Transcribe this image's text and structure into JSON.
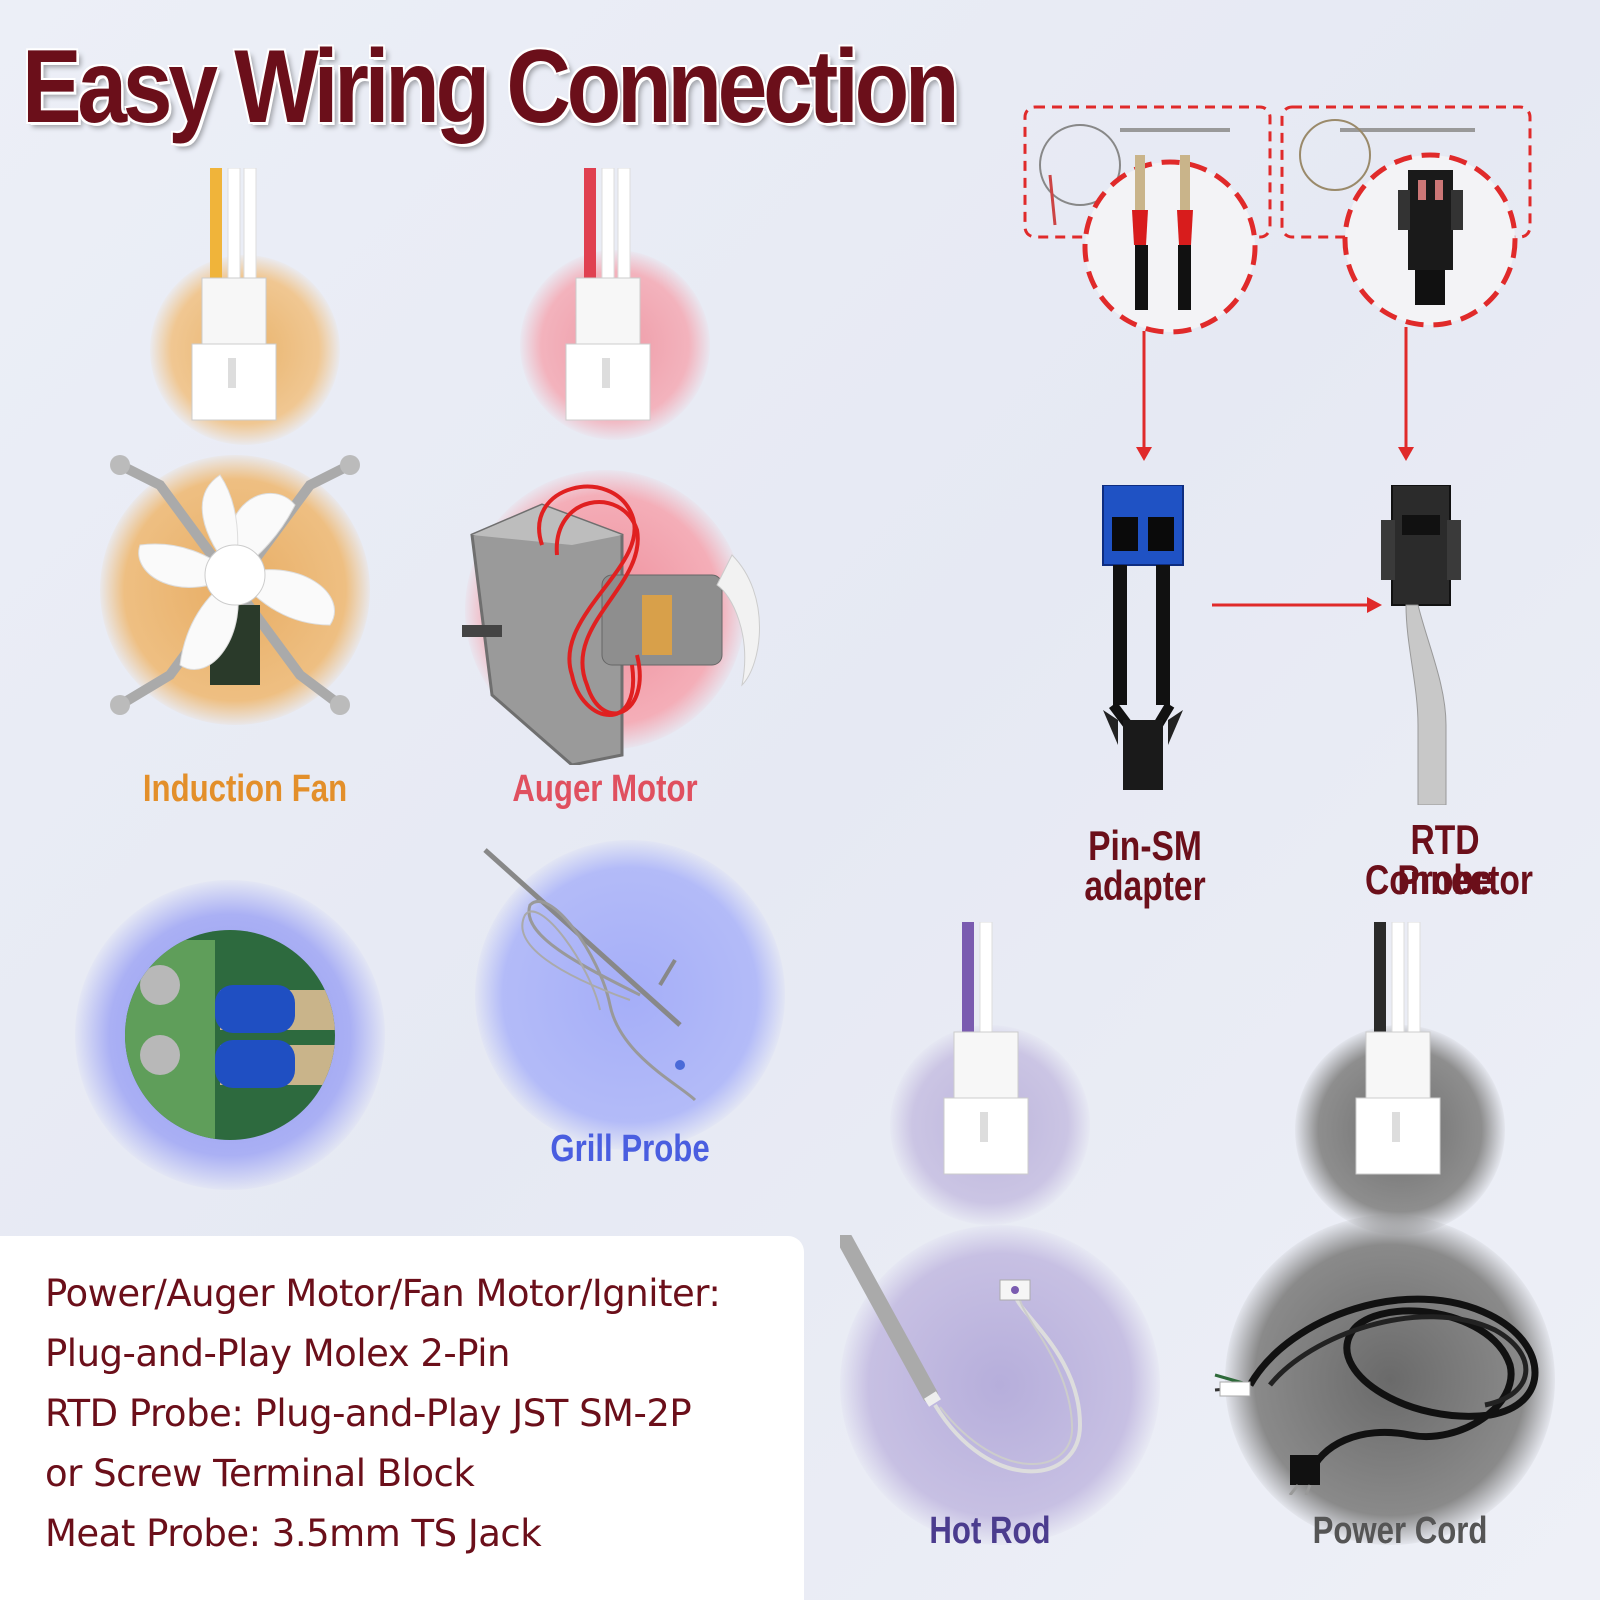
{
  "title": "Easy Wiring Connection",
  "labels": {
    "induction_fan": "Induction Fan",
    "auger_motor": "Auger Motor",
    "grill_probe": "Grill Probe",
    "pin_sm_adapter": "Pin-SM adapter",
    "rtd_probe_connector_line1": "RTD Probe",
    "rtd_probe_connector_line2": "Connector",
    "hot_rod": "Hot Rod",
    "power_cord": "Power Cord"
  },
  "info_lines": [
    "Power/Auger Motor/Fan Motor/Igniter:",
    "Plug-and-Play Molex 2-Pin",
    "RTD Probe: Plug-and-Play JST SM-2P",
    "or Screw Terminal Block",
    "Meat Probe: 3.5mm TS Jack"
  ],
  "colors": {
    "title": "#6b0f1a",
    "induction_fan": "#e38f2a",
    "auger_motor": "#e0505f",
    "grill_probe": "#4a5ee0",
    "hot_rod": "#4b3c8e",
    "power_cord": "#555555",
    "arrow": "#e02a2a"
  },
  "icons": [
    "molex-connector-icon",
    "fan-icon",
    "motor-icon",
    "probe-icon",
    "terminal-block-icon",
    "jst-connector-icon",
    "power-cord-icon",
    "arrow-icon"
  ]
}
